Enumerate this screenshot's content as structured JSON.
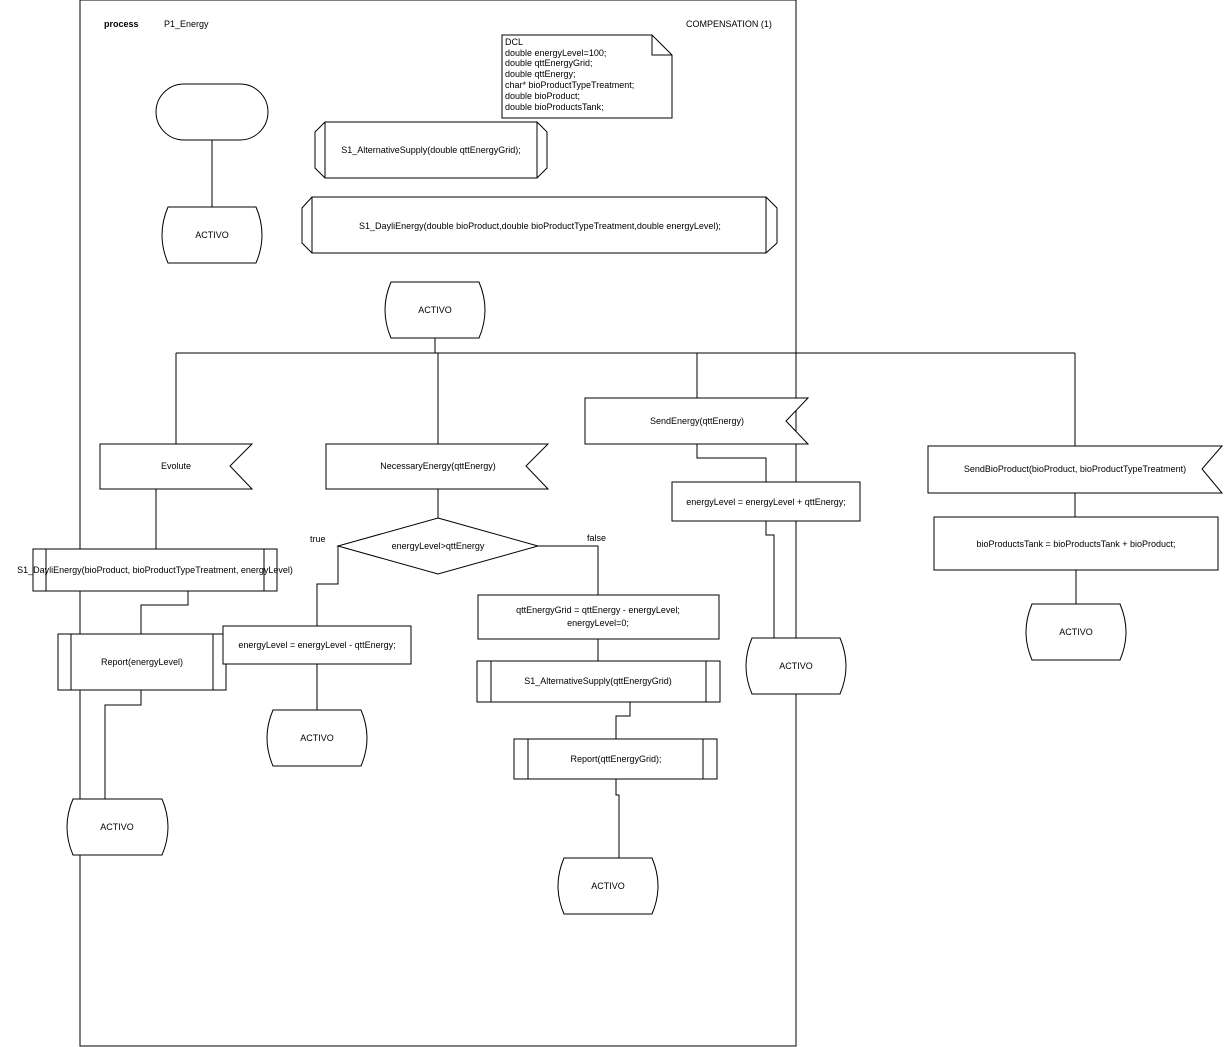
{
  "header": {
    "keyword": "process",
    "process_name": "P1_Energy",
    "page_label": "COMPENSATION (1)"
  },
  "declaration": {
    "lines": [
      "DCL",
      "double energyLevel=100;",
      "double qttEnergyGrid;",
      "double qttEnergy;",
      "char* bioProductTypeTreatment;",
      "double bioProduct;",
      "double bioProductsTank;"
    ]
  },
  "procedures": {
    "alt_supply_decl": "S1_AlternativeSupply(double qttEnergyGrid);",
    "dayli_energy_decl": "S1_DayliEnergy(double bioProduct,double bioProductTypeTreatment,double energyLevel);"
  },
  "states": {
    "activo": "ACTIVO"
  },
  "branch_evolute": {
    "input": "Evolute",
    "call": "S1_DayliEnergy(bioProduct, bioProductTypeTreatment, energyLevel)",
    "report": "Report(energyLevel)"
  },
  "branch_necessary": {
    "input": "NecessaryEnergy(qttEnergy)",
    "decision": "energyLevel>qttEnergy",
    "true_label": "true",
    "false_label": "false",
    "true_task": "energyLevel = energyLevel - qttEnergy;",
    "false_task_line1": "qttEnergyGrid = qttEnergy - energyLevel;",
    "false_task_line2": "energyLevel=0;",
    "false_call": "S1_AlternativeSupply(qttEnergyGrid)",
    "false_report": "Report(qttEnergyGrid);"
  },
  "branch_send_energy": {
    "input": "SendEnergy(qttEnergy)",
    "task": "energyLevel = energyLevel + qttEnergy;"
  },
  "branch_send_bio": {
    "input": "SendBioProduct(bioProduct, bioProductTypeTreatment)",
    "task": "bioProductsTank = bioProductsTank + bioProduct;"
  }
}
